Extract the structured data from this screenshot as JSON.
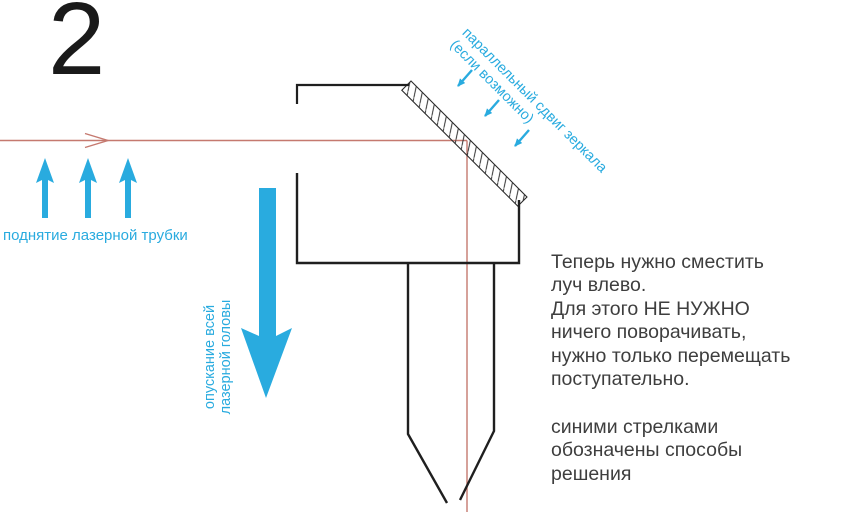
{
  "slide": {
    "number": "2"
  },
  "labels": {
    "raise_tube": "поднятие лазерной трубки",
    "lower_head": "опускание всей\nлазерной головы",
    "mirror_shift": "параллельный сдвиг зеркала\n(если возможно)"
  },
  "paragraphs": {
    "main": "Теперь нужно сместить\nлуч влево.\nДля этого НЕ НУЖНО\nничего поворачивать,\nнужно только перемещать\nпоступательно.",
    "note": "синими стрелками\nобозначены способы\nрешения"
  },
  "colors": {
    "accent_cyan": "#29abdf",
    "beam_red": "#c5796f",
    "outline_black": "#1f1f1f",
    "text_dark": "#3e3e3e"
  }
}
